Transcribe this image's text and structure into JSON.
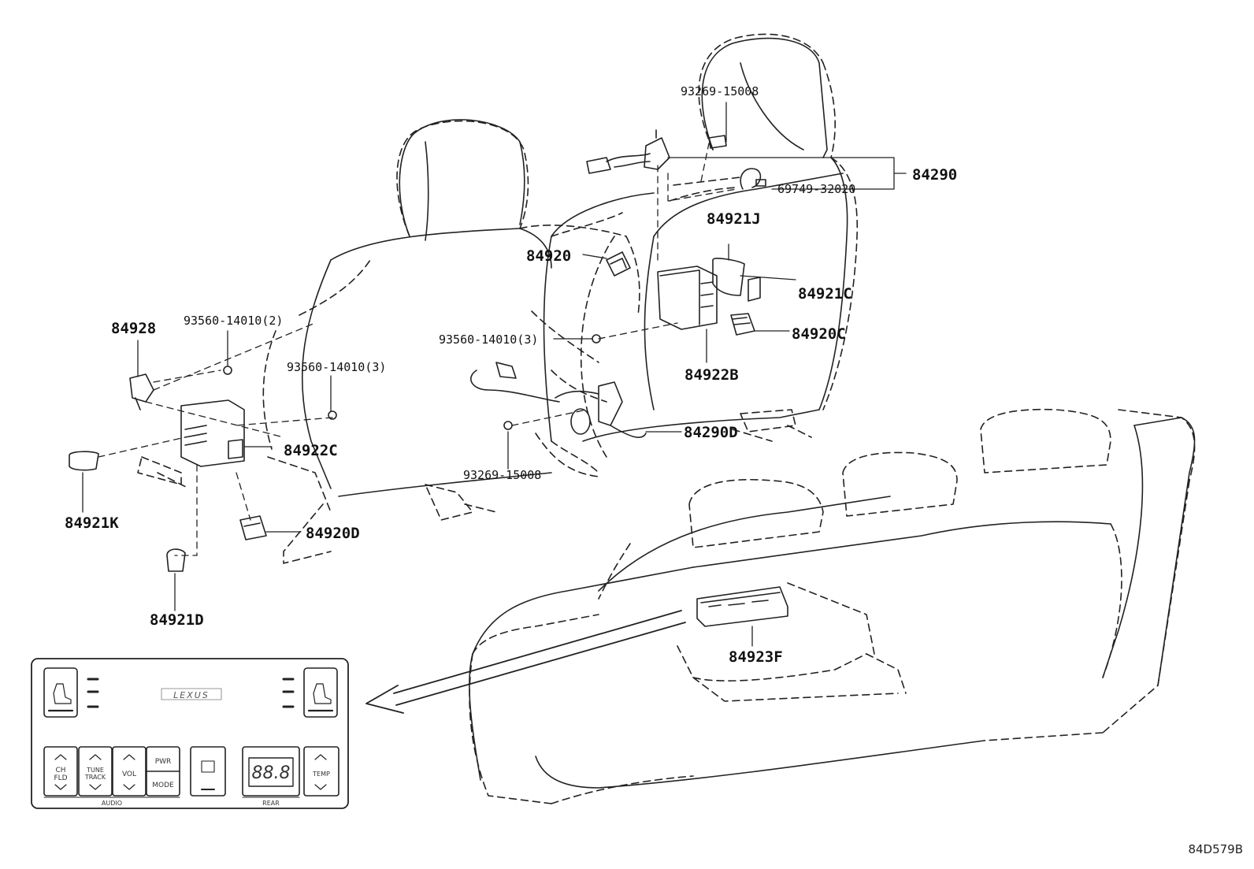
{
  "diagram": {
    "catalog_code": "84D579B",
    "callouts": [
      {
        "id": "p93269a",
        "text": "93269-15008"
      },
      {
        "id": "p84290",
        "text": "84290"
      },
      {
        "id": "p69749",
        "text": "69749-32020"
      },
      {
        "id": "p84921J",
        "text": "84921J"
      },
      {
        "id": "p84920",
        "text": "84920"
      },
      {
        "id": "p84921C",
        "text": "84921C"
      },
      {
        "id": "p84920C",
        "text": "84920C"
      },
      {
        "id": "p84922B",
        "text": "84922B"
      },
      {
        "id": "p93560c",
        "text": "93560-14010(3)"
      },
      {
        "id": "p84928",
        "text": "84928"
      },
      {
        "id": "p93560a",
        "text": "93560-14010(2)"
      },
      {
        "id": "p93560b",
        "text": "93560-14010(3)"
      },
      {
        "id": "p84290D",
        "text": "84290D"
      },
      {
        "id": "p84922C",
        "text": "84922C"
      },
      {
        "id": "p93269b",
        "text": "93269-15008"
      },
      {
        "id": "p84921K",
        "text": "84921K"
      },
      {
        "id": "p84920D",
        "text": "84920D"
      },
      {
        "id": "p84921D",
        "text": "84921D"
      },
      {
        "id": "p84923F",
        "text": "84923F"
      }
    ],
    "rear_control_panel": {
      "logo": "LEXUS",
      "buttons": {
        "ch_fld": [
          "CH",
          "FLD"
        ],
        "tune_track": [
          "TUNE",
          "TRACK"
        ],
        "vol": "VOL",
        "pwr": "PWR",
        "mode": "MODE",
        "temp": "TEMP"
      },
      "display": "88.8",
      "group_labels": {
        "audio": "AUDIO",
        "rear": "REAR"
      }
    }
  }
}
